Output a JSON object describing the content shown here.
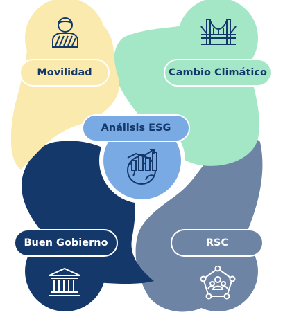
{
  "diagram": {
    "nodes": [
      {
        "id": "movilidad",
        "label": "Movilidad",
        "icon": "person-icon",
        "color": "#faeaae"
      },
      {
        "id": "cambio",
        "label": "Cambio Climático",
        "icon": "bridge-icon",
        "color": "#a3e7c6"
      },
      {
        "id": "esg",
        "label": "Análisis ESG",
        "icon": "globe-chart-icon",
        "color": "#7aaae4"
      },
      {
        "id": "gobierno",
        "label": "Buen Gobierno",
        "icon": "government-building-icon",
        "color": "#14386a"
      },
      {
        "id": "rsc",
        "label": "RSC",
        "icon": "network-pentagon-icon",
        "color": "#6e84a4"
      }
    ]
  }
}
